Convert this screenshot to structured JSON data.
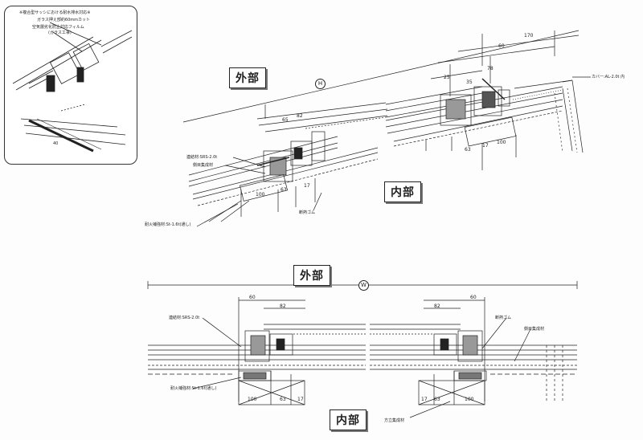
{
  "inset": {
    "title": "※複合型サッシにおける耐水排水対応※",
    "note1": "ガラス押え部約60mmカット",
    "note2_line1": "空気層劣化防止対応フィルム",
    "note2_line2": "(ガラス工事)",
    "dim": "40"
  },
  "top_section": {
    "outside_label": "外部",
    "inside_label": "内部",
    "axis_mark": "H",
    "dims": [
      "65",
      "82",
      "100",
      "63",
      "17",
      "60",
      "170",
      "25",
      "35",
      "78",
      "63",
      "17",
      "100"
    ],
    "label_connector": "連結材:SRS-2.0t",
    "label_side_member": "側目集成材",
    "label_gum": "断熱ゴム",
    "label_fireproof": "耐火補強材:St-1.6t(通し)",
    "label_cover": "カバー:AL-2.0t 内"
  },
  "bottom_section": {
    "outside_label": "外部",
    "inside_label": "内部",
    "axis_mark": "W",
    "dims": [
      "60",
      "82",
      "100",
      "63",
      "17",
      "60",
      "82",
      "17",
      "63",
      "100"
    ],
    "label_connector": "連結材:SRS-2.0t",
    "label_gum": "断熱ゴム",
    "label_side_member": "側目集成材",
    "label_fireproof": "耐火補強材:St-1.6t(通し)",
    "label_vertical_member": "方立集成材"
  }
}
